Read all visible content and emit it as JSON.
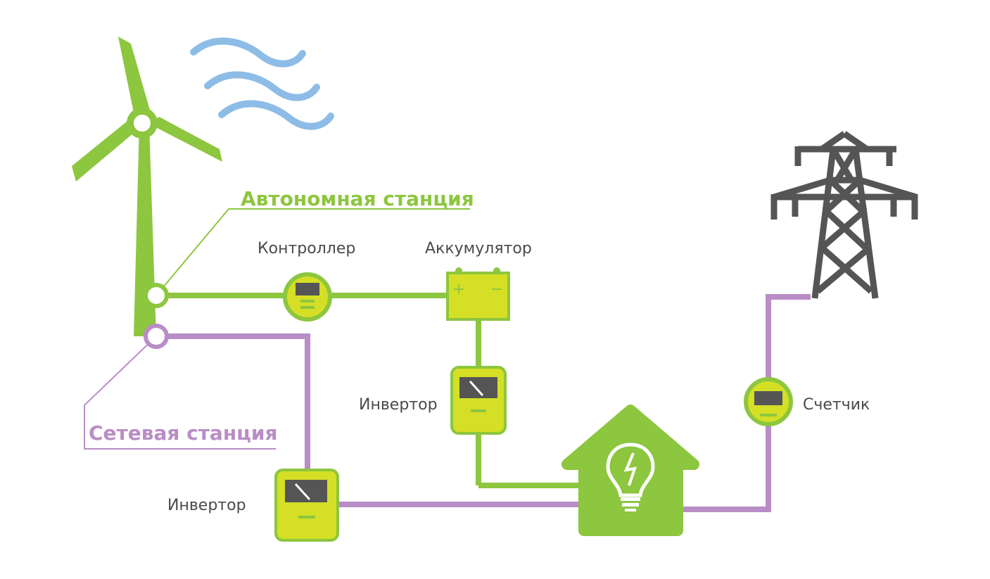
{
  "labels": {
    "autonomous_station": "Автономная станция",
    "grid_station": "Сетевая станция",
    "controller": "Контроллер",
    "battery": "Аккумулятор",
    "inverter_autonomous": "Инвертор",
    "inverter_grid": "Инвертор",
    "meter": "Счетчик",
    "battery_plus": "+",
    "battery_minus": "−"
  },
  "colors": {
    "green": "#8dc63f",
    "lime": "#d4df26",
    "purple": "#b98dc5",
    "wind": "#8dbde6",
    "dark_gray": "#555555",
    "tower": "#555555",
    "label_text": "#4a4a4a"
  },
  "icons": {
    "wind_turbine": "wind-turbine-icon",
    "wind": "wind-icon",
    "power_tower": "power-line-tower-icon",
    "house": "house-icon",
    "bulb": "light-bulb-icon",
    "battery": "battery-icon",
    "controller": "controller-icon",
    "inverter": "inverter-icon",
    "meter": "meter-icon"
  }
}
